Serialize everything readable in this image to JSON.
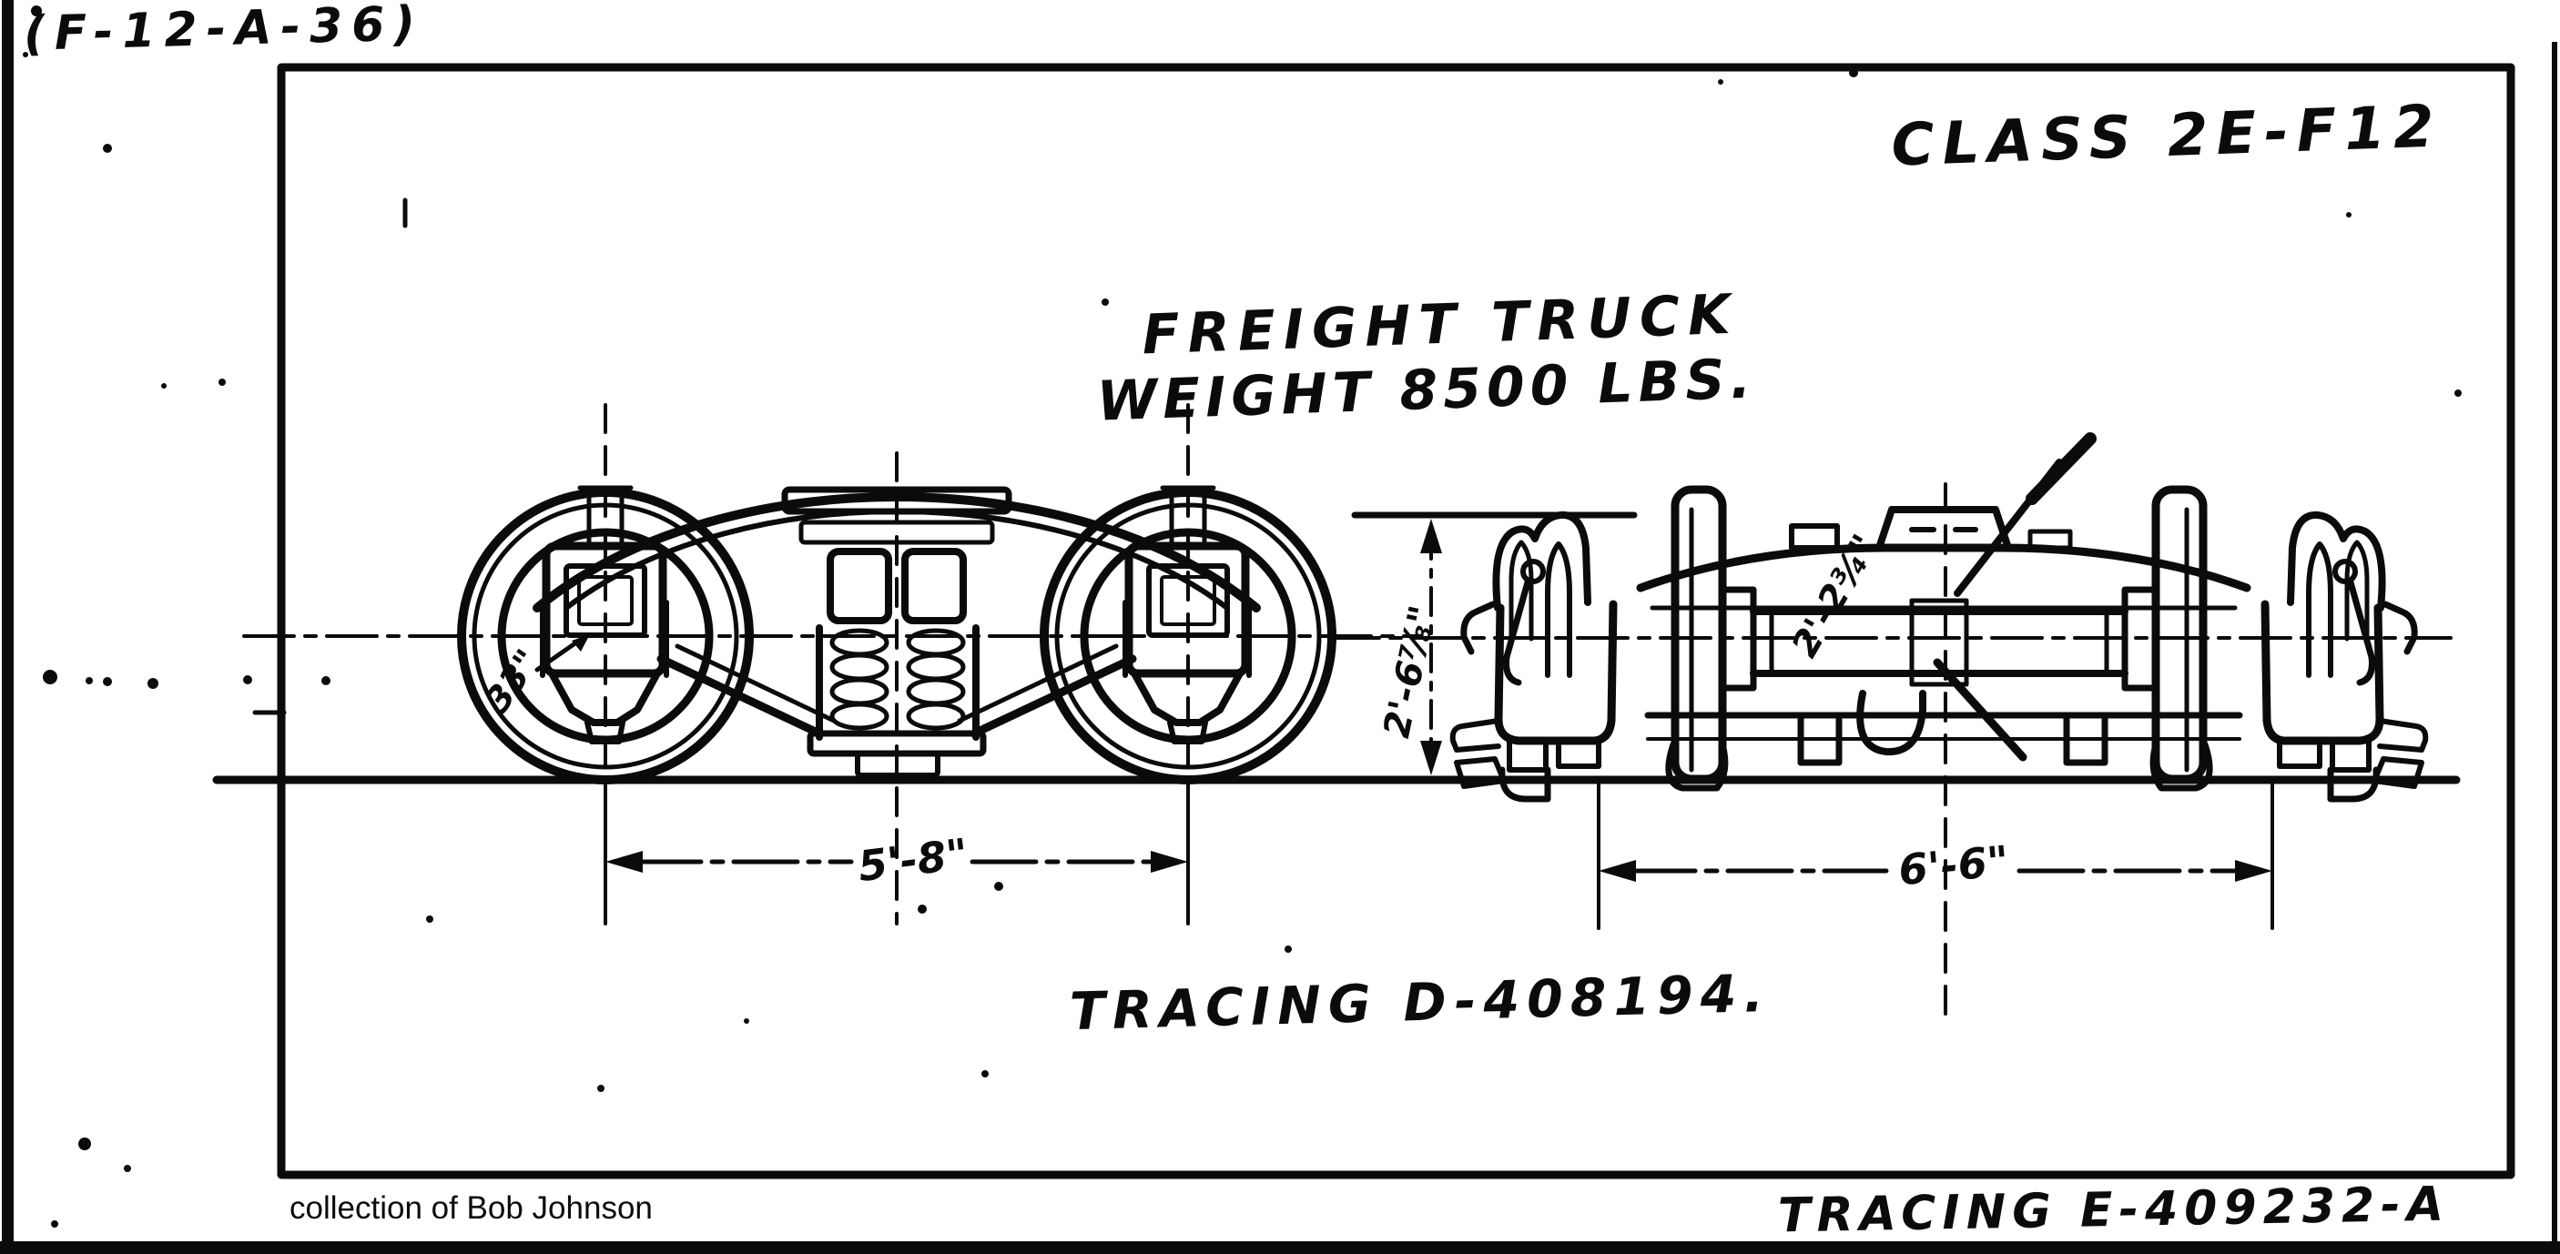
{
  "labels": {
    "corner_note": "(F-12-A-36)",
    "class_label": "CLASS 2E-F12",
    "title_line1": "FREIGHT TRUCK",
    "title_line2": "WEIGHT 8500 LBS.",
    "tracing_note": "TRACING D-408194.",
    "credit": "collection of Bob Johnson",
    "tracing_ref": "TRACING E-409232-A"
  },
  "dimensions": {
    "wheelbase": "5'-8\"",
    "truck_width": "6'-6\"",
    "wheel_diameter": "33\"",
    "bolster_height": "2'-6⅞\"",
    "axle_center_height": "2'-2¾\""
  },
  "colors": {
    "ink": "#0b0b0b",
    "paper": "#ffffff"
  }
}
